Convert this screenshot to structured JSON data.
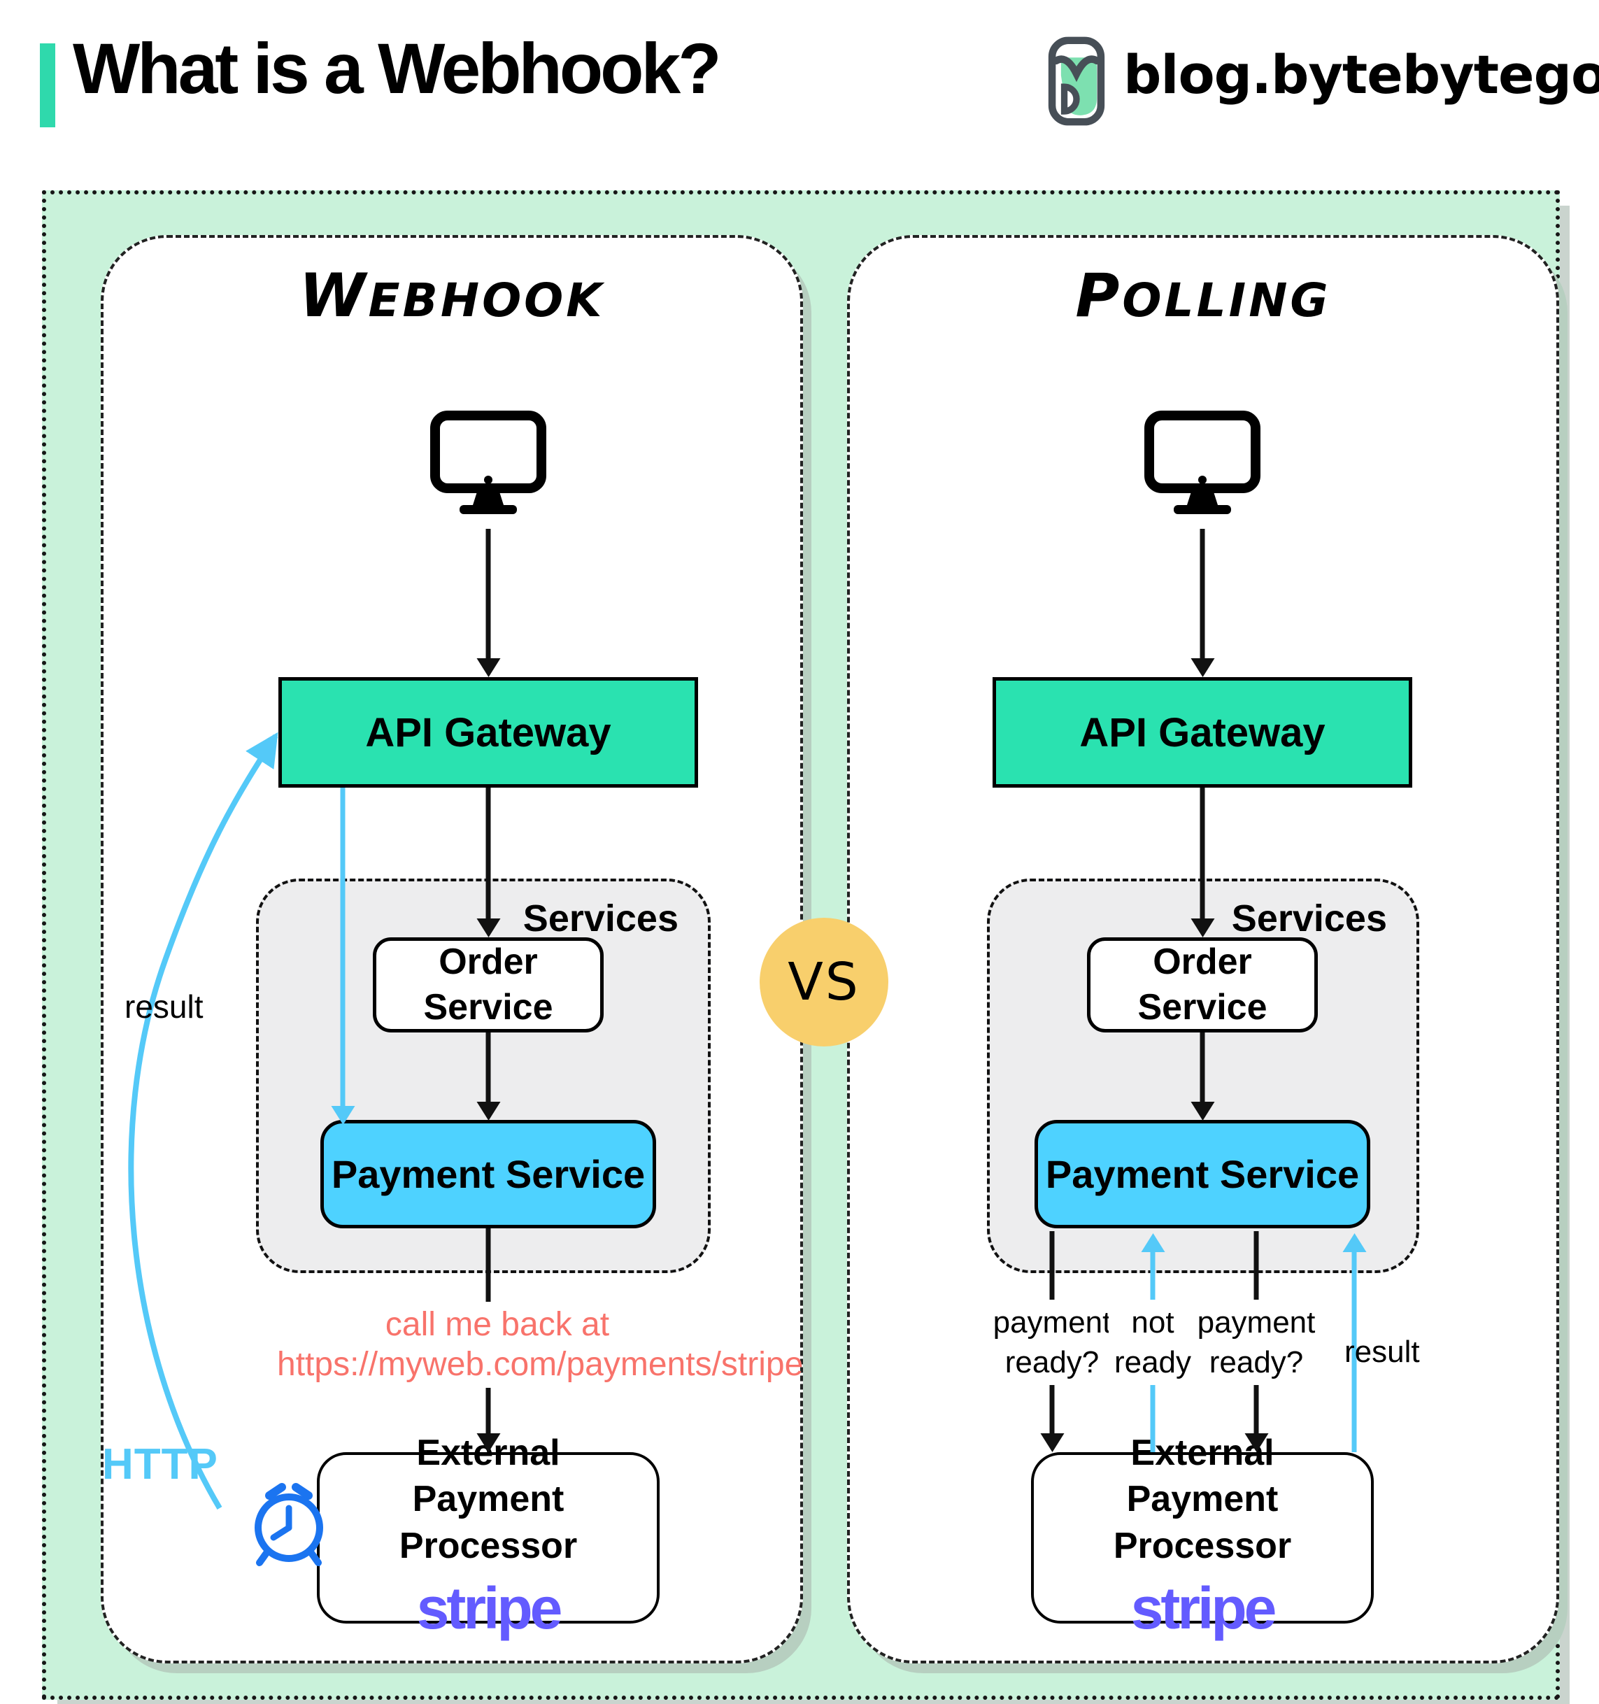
{
  "header": {
    "title": "What is a Webhook?",
    "site": "blog.bytebytego.com"
  },
  "vs_label": "VS",
  "nodes": {
    "api_gateway": "API Gateway",
    "services": "Services",
    "order_line1": "Order",
    "order_line2": "Service",
    "payment": "Payment Service",
    "external_line1": "External",
    "external_line2": "Payment Processor",
    "stripe": "stripe"
  },
  "panels": {
    "webhook": {
      "title": "Webhook",
      "callback_line1": "call me back at",
      "callback_line2": "https://myweb.com/payments/stripe",
      "result_label": "result",
      "http_label": "HTTP"
    },
    "polling": {
      "title": "Polling",
      "labels": {
        "q1_line1": "payment",
        "q1_line2": "ready?",
        "a1_line1": "not",
        "a1_line2": "ready",
        "q2_line1": "payment",
        "q2_line2": "ready?",
        "result": "result"
      }
    }
  },
  "colors": {
    "accent_teal": "#2fd9ac",
    "gateway_fill": "#2ae2b0",
    "payment_fill": "#4ed2ff",
    "board_mint": "#c9f2da",
    "services_gray": "#ededee",
    "vs_yellow": "#f8cf6c",
    "callback_salmon": "#f8736b",
    "arrow_blue": "#54c9f8",
    "clock_blue": "#1b74f0",
    "stripe_purple": "#635bff"
  }
}
